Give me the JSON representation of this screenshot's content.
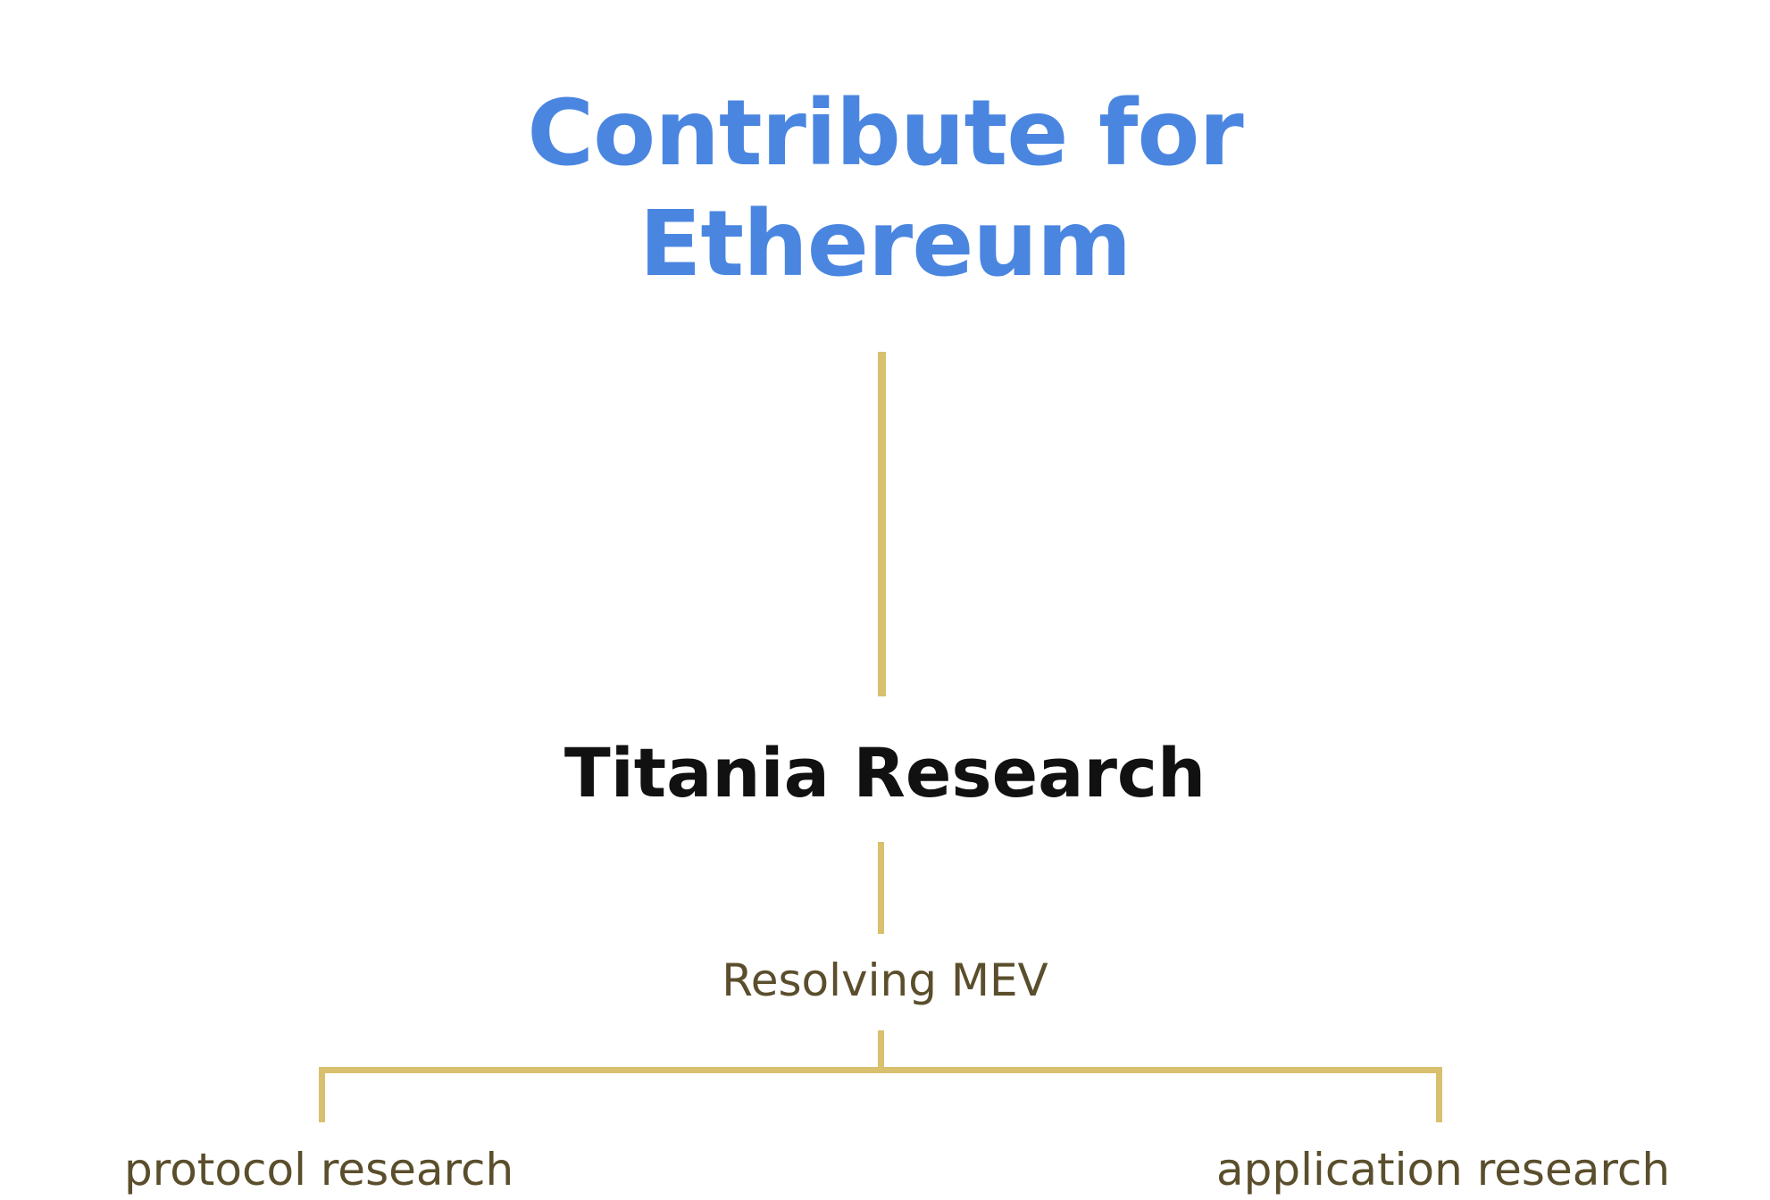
{
  "root": {
    "title_line1": "Contribute for",
    "title_line2": "Ethereum"
  },
  "org": {
    "name": "Titania Research"
  },
  "topic": {
    "name": "Resolving MEV"
  },
  "branches": [
    {
      "label": "protocol research"
    },
    {
      "label": "application research"
    }
  ],
  "colors": {
    "title": "#4a86e0",
    "connector": "#d9c06e",
    "org_text": "#111111",
    "topic_text": "#5a4e2c"
  }
}
